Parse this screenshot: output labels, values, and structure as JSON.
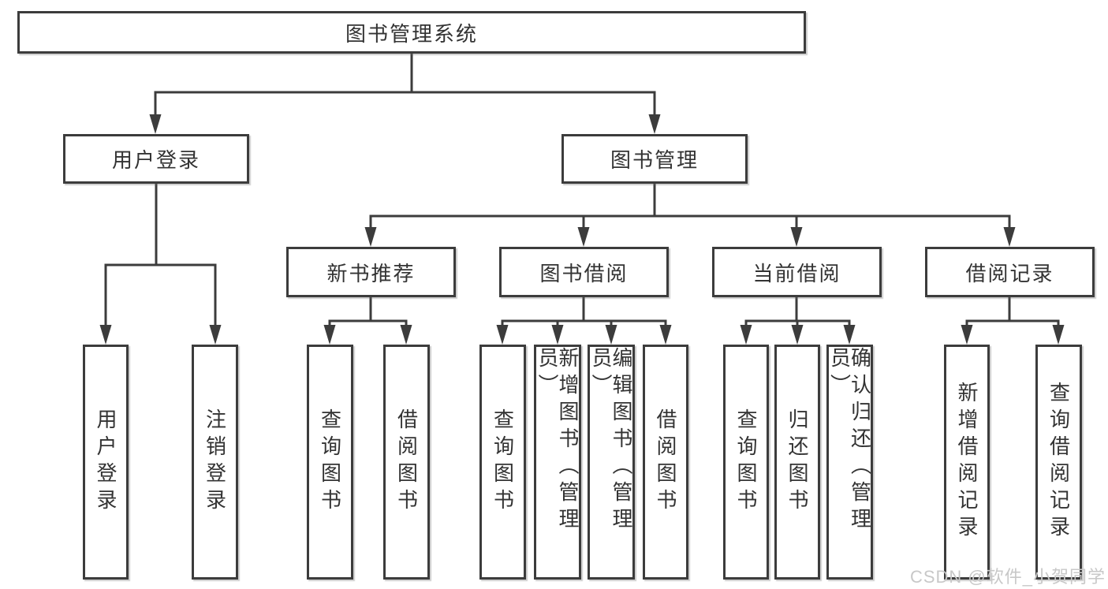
{
  "tree": {
    "root": "图书管理系统",
    "children": [
      {
        "label": "用户登录",
        "children": [
          {
            "label": "用户登录"
          },
          {
            "label": "注销登录"
          }
        ]
      },
      {
        "label": "图书管理",
        "children": [
          {
            "label": "新书推荐",
            "children": [
              {
                "label": "查询图书"
              },
              {
                "label": "借阅图书"
              }
            ]
          },
          {
            "label": "图书借阅",
            "children": [
              {
                "label": "查询图书"
              },
              {
                "label": "新增图书（管理员）"
              },
              {
                "label": "编辑图书（管理员）"
              },
              {
                "label": "借阅图书"
              }
            ]
          },
          {
            "label": "当前借阅",
            "children": [
              {
                "label": "查询图书"
              },
              {
                "label": "归还图书"
              },
              {
                "label": "确认归还（管理员）"
              }
            ]
          },
          {
            "label": "借阅记录",
            "children": [
              {
                "label": "新增借阅记录"
              },
              {
                "label": "查询借阅记录"
              }
            ]
          }
        ]
      }
    ]
  },
  "watermark": "CSDN @软件_小贺同学",
  "colors": {
    "line": "#3c3c3c",
    "text": "#333333",
    "background": "#ffffff",
    "watermark": "#c8c8c8"
  }
}
